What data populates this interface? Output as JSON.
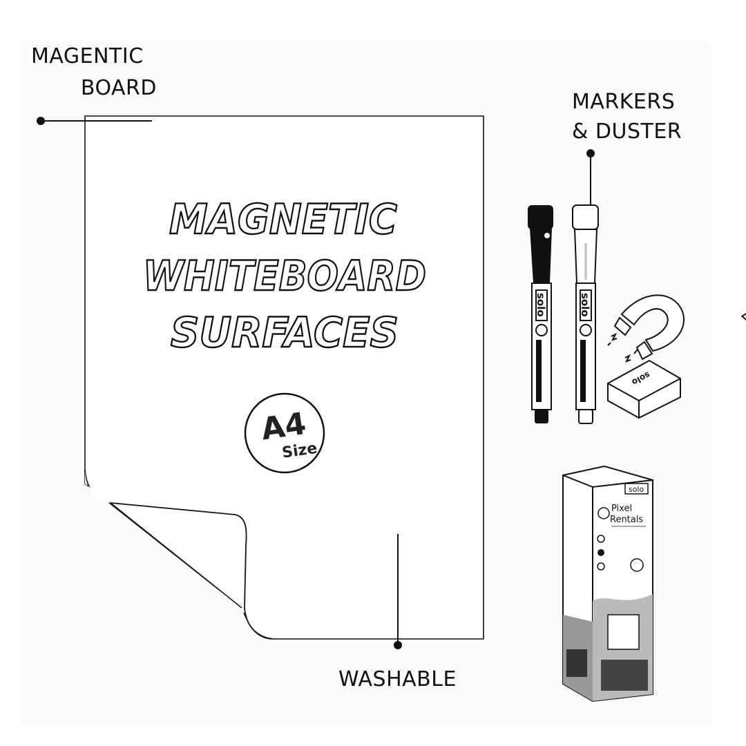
{
  "labels": {
    "board_line1": "MAGENTIC",
    "board_line2": "BOARD",
    "markers_line1": "MARKERS",
    "markers_line2": "& DUSTER",
    "washable": "WASHABLE"
  },
  "sheet": {
    "title_lines": [
      "MAGNETIC",
      "WHITEBOARD",
      "SURFACES"
    ],
    "badge_size": "A4",
    "badge_caption": "Size"
  },
  "markers": {
    "brand": "solo"
  },
  "duster": {
    "brand": "solo"
  },
  "box": {
    "brand": "solo",
    "name_line1": "Pixel",
    "name_line2": "Rentals"
  }
}
